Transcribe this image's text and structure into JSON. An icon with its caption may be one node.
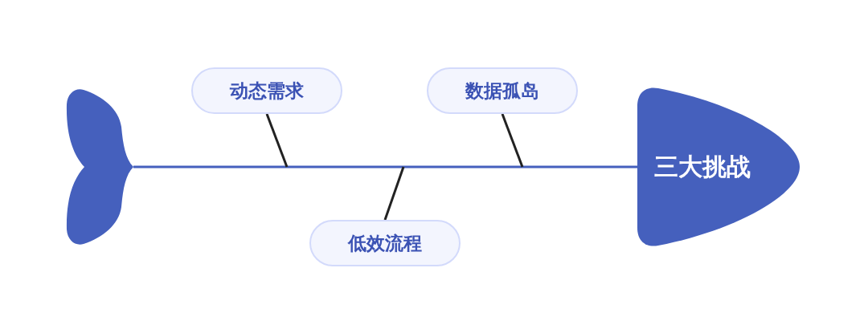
{
  "diagram": {
    "nodes": [
      {
        "text": [
          "动态需求"
        ]
      },
      {
        "text": [
          "数据孤岛"
        ]
      },
      {
        "text": [],
        "shape": "tail"
      },
      {
        "text": [
          "三大挑战"
        ]
      },
      {
        "text": [
          "低效流程"
        ]
      }
    ],
    "edges": [
      {
        "from": 2,
        "to": 3,
        "arrow": "none",
        "color": "#4560bd"
      },
      {
        "from": 0,
        "to": null,
        "arrow": "none"
      },
      {
        "from": 1,
        "to": null,
        "arrow": "none"
      },
      {
        "from": 4,
        "to": null,
        "arrow": "none"
      }
    ]
  }
}
